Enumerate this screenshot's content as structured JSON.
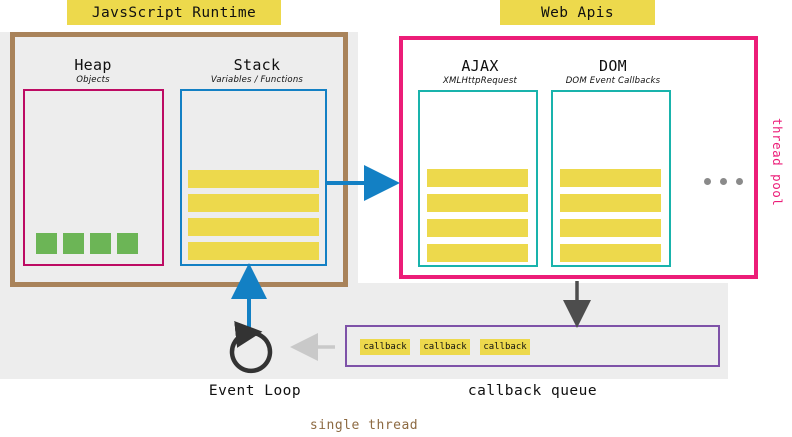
{
  "diagram": {
    "title_chips": [
      {
        "name": "javascript-runtime",
        "label": "JavsScript Runtime"
      },
      {
        "name": "web-apis",
        "label": "Web Apis"
      }
    ],
    "runtime": {
      "heap": {
        "title": "Heap",
        "subtitle": "Objects",
        "object_count": 4
      },
      "stack": {
        "title": "Stack",
        "subtitle": "Variables / Functions",
        "frame_count": 4
      }
    },
    "web_apis": {
      "ajax": {
        "title": "AJAX",
        "subtitle": "XMLHttpRequest",
        "task_count": 4
      },
      "dom": {
        "title": "DOM",
        "subtitle": "DOM Event Callbacks",
        "task_count": 4
      },
      "more_indicator": "...",
      "thread_pool_label": "thread pool"
    },
    "event_loop": {
      "label": "Event Loop",
      "icon": "circular-arrow-icon"
    },
    "callback_queue": {
      "label": "callback queue",
      "items": [
        "callback",
        "callback",
        "callback"
      ]
    },
    "footer": {
      "label": "single thread"
    },
    "colors": {
      "yellow": "#edd94c",
      "pink": "#ec1d78",
      "brown": "#a9835a",
      "magenta": "#bd0b63",
      "blue": "#1380c4",
      "teal": "#19b3ac",
      "purple": "#7e52a8",
      "green": "#6cb556",
      "gray_panel": "#ededed",
      "arrow_dark": "#4d4d4d",
      "arrow_light": "#c9c9c9"
    }
  }
}
